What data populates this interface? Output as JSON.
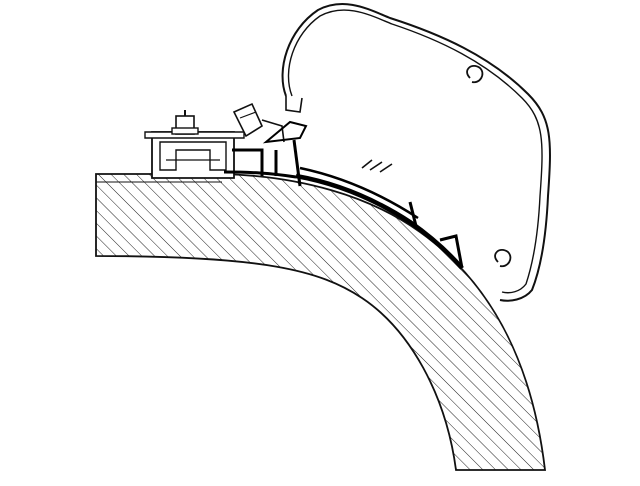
{
  "figure": {
    "kind": "technical line drawing",
    "colors": {
      "background": "#ffffff",
      "line": "#111111",
      "fill": "#ffffff",
      "hatch": "#222222",
      "seal": "#000000"
    },
    "parts": [
      {
        "name": "roof-wall-section",
        "icon": "hatched-curved-wall"
      },
      {
        "name": "rail-bracket",
        "icon": "c-channel-bracket"
      },
      {
        "name": "bolt-nut",
        "icon": "hex-nut"
      },
      {
        "name": "adapter-rail",
        "icon": "black-profile"
      },
      {
        "name": "awning-casing",
        "icon": "rounded-housing"
      }
    ]
  }
}
